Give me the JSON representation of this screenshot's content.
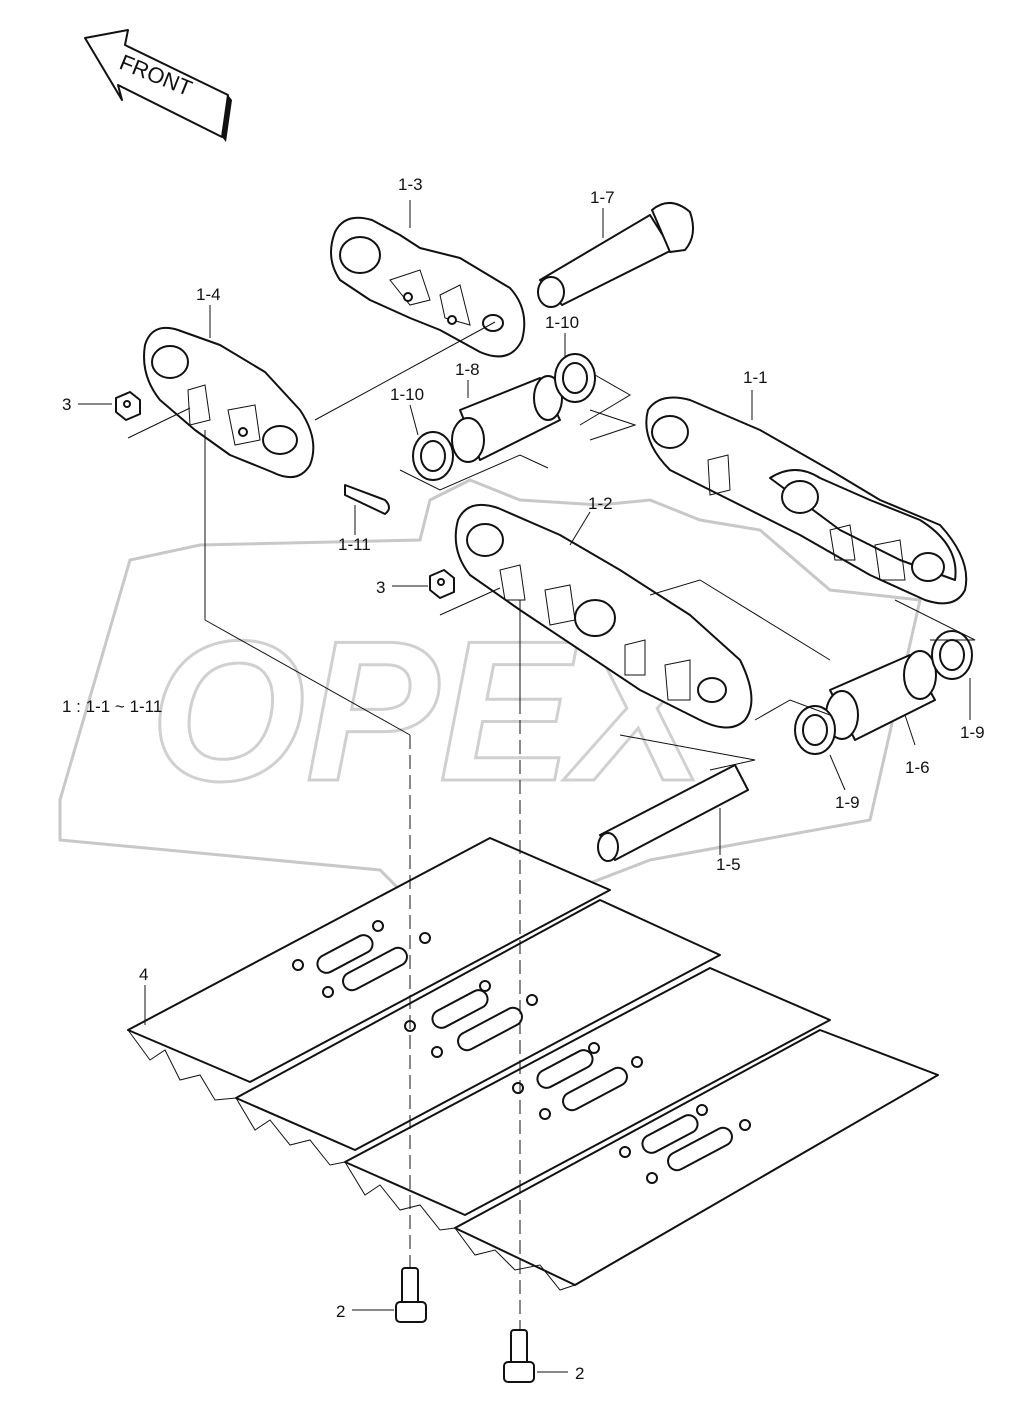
{
  "front_arrow": {
    "text": "FRONT"
  },
  "watermark": {
    "text": "OPEX"
  },
  "group_label": "1 : 1-1 ~ 1-11",
  "labels": {
    "l_1_1": "1-1",
    "l_1_2": "1-2",
    "l_1_3": "1-3",
    "l_1_4": "1-4",
    "l_1_5": "1-5",
    "l_1_6": "1-6",
    "l_1_7": "1-7",
    "l_1_8": "1-8",
    "l_1_9a": "1-9",
    "l_1_9b": "1-9",
    "l_1_10a": "1-10",
    "l_1_10b": "1-10",
    "l_1_11": "1-11",
    "l_2a": "2",
    "l_2b": "2",
    "l_3a": "3",
    "l_3b": "3",
    "l_4": "4"
  }
}
